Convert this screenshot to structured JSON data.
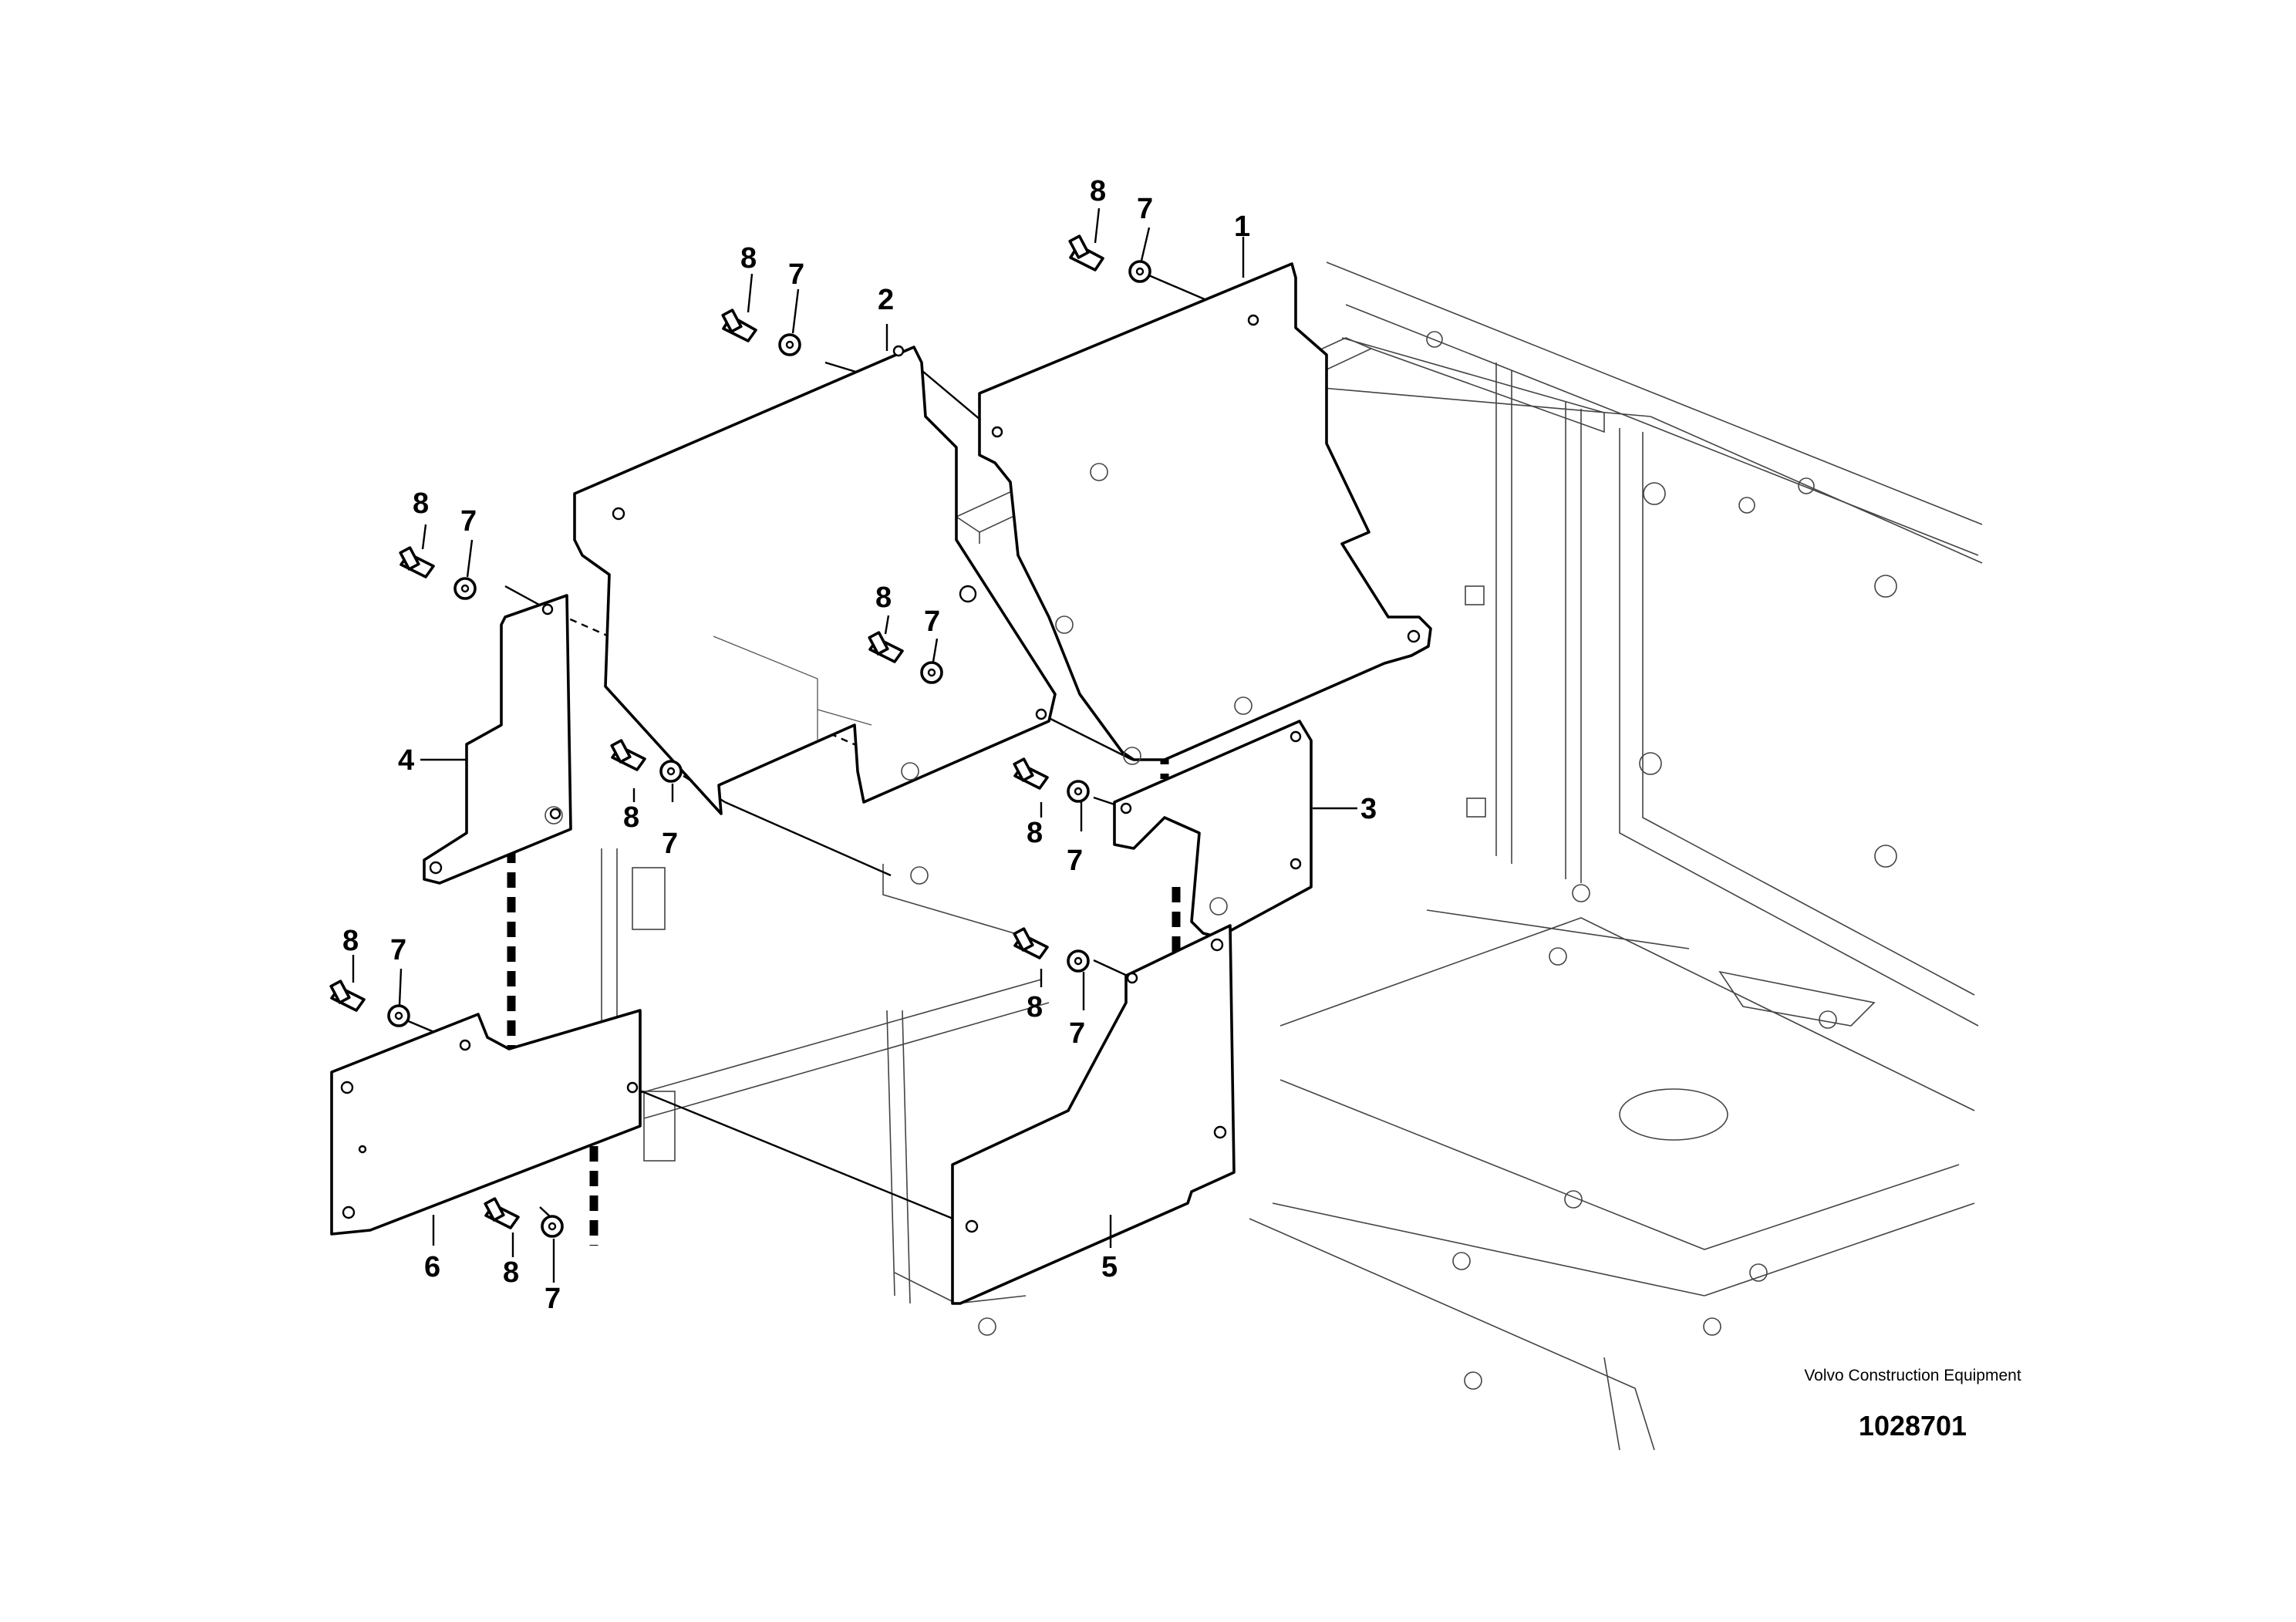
{
  "callouts": {
    "c1": "1",
    "c2": "2",
    "c3": "3",
    "c4": "4",
    "c5": "5",
    "c6": "6",
    "c7a": "7",
    "c7b": "7",
    "c7c": "7",
    "c7d": "7",
    "c7e": "7",
    "c7f": "7",
    "c7g": "7",
    "c7h": "7",
    "c8a": "8",
    "c8b": "8",
    "c8c": "8",
    "c8d": "8",
    "c8e": "8",
    "c8f": "8",
    "c8g": "8",
    "c8h": "8"
  },
  "brand": "Volvo Construction Equipment",
  "doc_number": "1028701"
}
